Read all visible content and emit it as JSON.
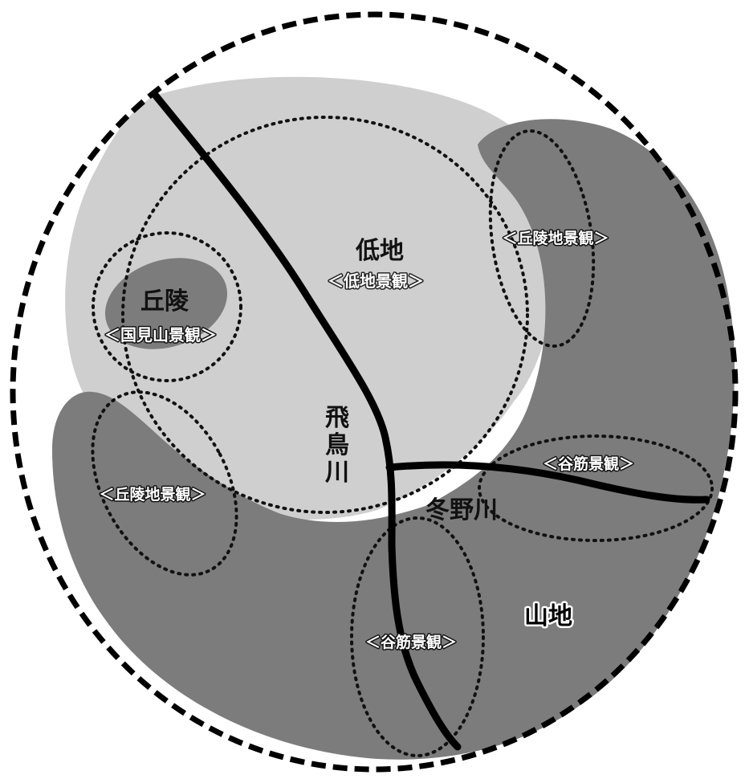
{
  "colors": {
    "background": "#ffffff",
    "lowland_fill": "#cfcfcf",
    "hill_mountain_fill": "#7c7c7c",
    "boundary_stroke": "#000000",
    "river_stroke": "#000000"
  },
  "zones": {
    "lowland": {
      "title": "低地",
      "landscape": "＜低地景観＞"
    },
    "hill": {
      "title": "丘陵",
      "landscape": "＜国見山景観＞"
    },
    "mountain": {
      "title": "山地"
    }
  },
  "landscapes": {
    "upper_right_hill": "＜丘陵地景観＞",
    "left_hill": "＜丘陵地景観＞",
    "right_valley": "＜谷筋景観＞",
    "lower_valley": "＜谷筋景観＞"
  },
  "rivers": {
    "asuka": {
      "chars": [
        "飛",
        "鳥",
        "川"
      ]
    },
    "fuyuno": {
      "name": "冬野川"
    }
  }
}
